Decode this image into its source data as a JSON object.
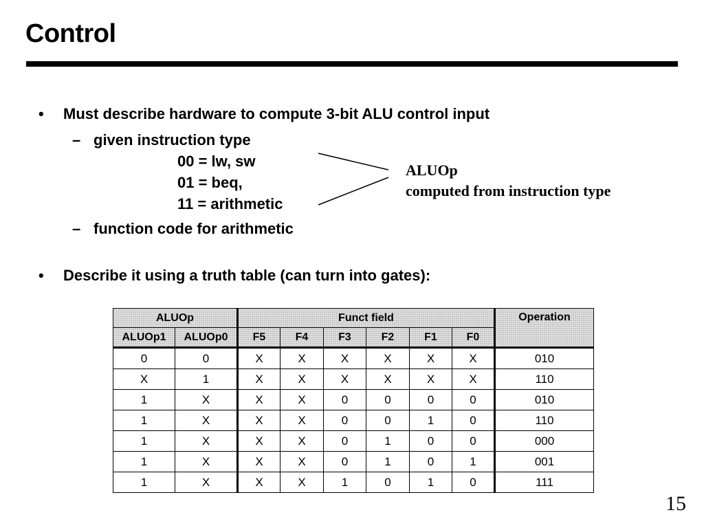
{
  "slide": {
    "title": "Control",
    "page_number": "15"
  },
  "bullets": {
    "b1": "Must describe hardware to compute 3-bit ALU control input",
    "b1_sub1": "given instruction type",
    "b1_codes": [
      "00 = lw, sw",
      "01 = beq,",
      "11 = arithmetic"
    ],
    "b1_sub2": "function code for arithmetic",
    "b2": "Describe it using a truth table (can turn into gates):",
    "bullet_char": "•",
    "dash_char": "–"
  },
  "annotation": {
    "line1": "ALUOp",
    "line2": "computed from instruction type"
  },
  "table": {
    "group_headers": [
      "ALUOp",
      "Funct field",
      "Operation"
    ],
    "columns": [
      "ALUOp1",
      "ALUOp0",
      "F5",
      "F4",
      "F3",
      "F2",
      "F1",
      "F0"
    ],
    "rows": [
      [
        "0",
        "0",
        "X",
        "X",
        "X",
        "X",
        "X",
        "X",
        "010"
      ],
      [
        "X",
        "1",
        "X",
        "X",
        "X",
        "X",
        "X",
        "X",
        "110"
      ],
      [
        "1",
        "X",
        "X",
        "X",
        "0",
        "0",
        "0",
        "0",
        "010"
      ],
      [
        "1",
        "X",
        "X",
        "X",
        "0",
        "0",
        "1",
        "0",
        "110"
      ],
      [
        "1",
        "X",
        "X",
        "X",
        "0",
        "1",
        "0",
        "0",
        "000"
      ],
      [
        "1",
        "X",
        "X",
        "X",
        "0",
        "1",
        "0",
        "1",
        "001"
      ],
      [
        "1",
        "X",
        "X",
        "X",
        "1",
        "0",
        "1",
        "0",
        "111"
      ]
    ]
  }
}
